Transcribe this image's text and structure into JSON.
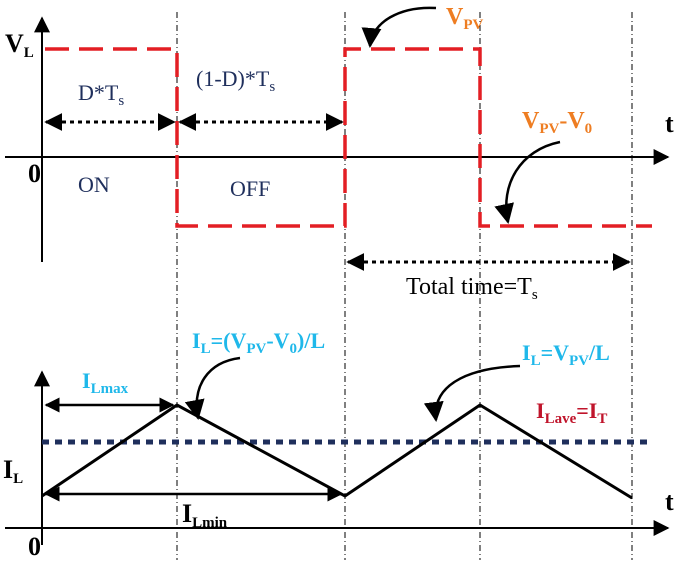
{
  "voltage_plot": {
    "axis_label_main": "V",
    "axis_label_sub": "L",
    "origin_label": "0",
    "time_label": "t",
    "duty_on_main": "D*T",
    "duty_on_sub": "s",
    "duty_off_main": "(1-D)*T",
    "duty_off_sub": "s",
    "on_label": "ON",
    "off_label": "OFF",
    "vpv_main": "V",
    "vpv_sub": "PV",
    "vpv_v0_main1": "V",
    "vpv_v0_sub1": "PV",
    "vpv_v0_mid": "-V",
    "vpv_v0_sub2": "0",
    "total_time_main": "Total time=T",
    "total_time_sub": "s"
  },
  "current_plot": {
    "axis_label_main": "I",
    "axis_label_sub": "L",
    "origin_label": "0",
    "time_label": "t",
    "ilmax_main": "I",
    "ilmax_sub": "Lmax",
    "ilmin_main": "I",
    "ilmin_sub": "Lmin",
    "ilave_main1": "I",
    "ilave_sub1": "Lave",
    "ilave_mid": "=I",
    "ilave_sub2": "T",
    "fall_eq": {
      "p1": "I",
      "s1": "L",
      "p2": "=(V",
      "s2": "PV",
      "p3": "-V",
      "s3": "0",
      "p4": ")/L"
    },
    "rise_eq": {
      "p1": "I",
      "s1": "L",
      "p2": "=V",
      "s2": "PV",
      "p3": "/L"
    }
  },
  "colors": {
    "voltage_wave": "#e31e24",
    "current_wave": "#000000",
    "average_line": "#1f2f5c",
    "label_orange": "#ee7d22",
    "label_cyan": "#1fb8ea",
    "label_red": "#c0142b",
    "label_dark": "#1f2f5c"
  }
}
